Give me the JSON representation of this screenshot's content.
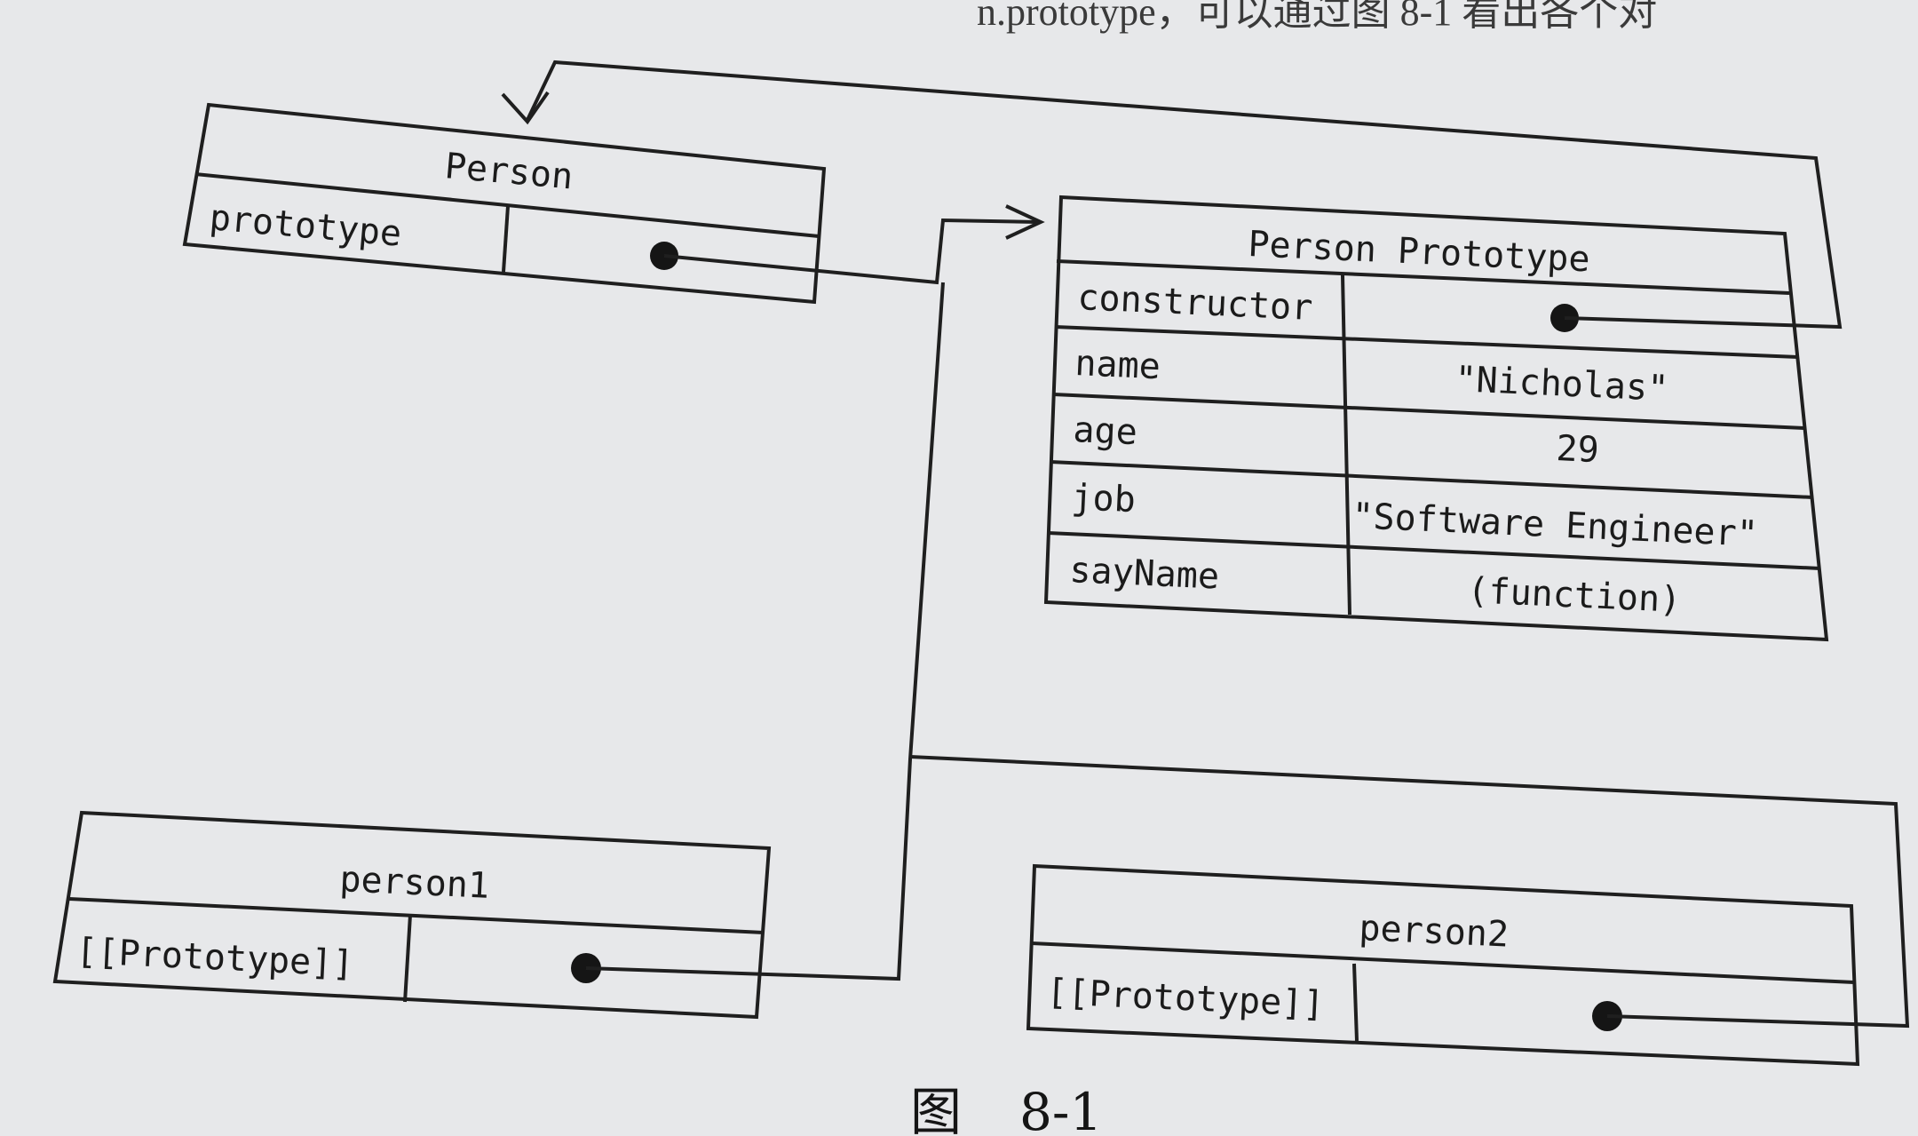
{
  "header_text": "n.prototype，可以通过图 8-1 看出各个对",
  "person": {
    "title": "Person",
    "field": "prototype"
  },
  "person_prototype": {
    "title": "Person Prototype",
    "rows": [
      {
        "key": "constructor",
        "value": ""
      },
      {
        "key": "name",
        "value": "\"Nicholas\""
      },
      {
        "key": "age",
        "value": "29"
      },
      {
        "key": "job",
        "value": "\"Software Engineer\""
      },
      {
        "key": "sayName",
        "value": "(function)"
      }
    ]
  },
  "person1": {
    "title": "person1",
    "field": "[[Prototype]]"
  },
  "person2": {
    "title": "person2",
    "field": "[[Prototype]]"
  },
  "caption": {
    "label": "图",
    "number": "8-1"
  },
  "colors": {
    "paper": "#e7e8ea",
    "ink": "#1f1f1f"
  }
}
